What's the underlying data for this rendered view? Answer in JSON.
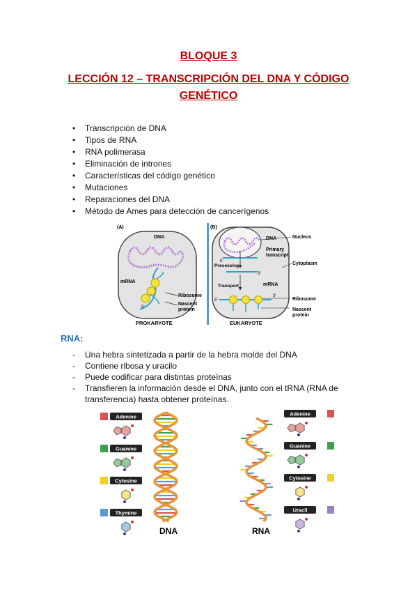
{
  "header": {
    "block": "BLOQUE 3",
    "lesson_line1": "LECCIÓN 12 – TRANSCRIPCIÓN DEL DNA Y CÓDIGO",
    "lesson_line2": "GENÉTICO"
  },
  "topics": [
    "Transcripción de DNA",
    "Tipos de RNA",
    "RNA polimerasa",
    "Eliminación de intrones",
    "Características del código genético",
    "Mutaciones",
    "Reparaciones del DNA",
    "Método de Ames para detección de cancerígenos"
  ],
  "figure1": {
    "panel_a": "(A)",
    "panel_b": "(B)",
    "a_labels": {
      "dna": "DNA",
      "mrna": "mRNA",
      "ribosome": "Ribosome",
      "nascent1": "Nascent",
      "nascent2": "protein",
      "five": "5'",
      "caption": "PROKARYOTE"
    },
    "b_labels": {
      "dna": "DNA",
      "nucleus": "Nucleus",
      "primary1": "Primary",
      "primary2": "transcript",
      "cytoplasm": "Cytoplasm",
      "processing": "Processing",
      "five_a": "5'",
      "three_a": "3'",
      "transport": "Transport",
      "mrna": "mRNA",
      "five_b": "5'",
      "three_b": "3'",
      "ribosome": "Ribosome",
      "nascent1": "Nascent",
      "nascent2": "protein",
      "caption": "EUKARYOTE"
    }
  },
  "rna_section": {
    "heading": "RNA:",
    "items": [
      "Una hebra sintetizada a partir de la hebra molde del DNA",
      "Contiene ribosa y uracilo",
      "Puede codificar para distintas proteínas",
      "Transfieren la información desde el DNA, junto con el tRNA (RNA de transferencia) hasta obtener proteínas."
    ]
  },
  "figure2": {
    "dna_bases": [
      {
        "name": "Adenine",
        "color": "#d9534f"
      },
      {
        "name": "Guanine",
        "color": "#3ba34a"
      },
      {
        "name": "Cytosine",
        "color": "#f2d024"
      },
      {
        "name": "Thymine",
        "color": "#5b9bd5"
      }
    ],
    "rna_bases": [
      {
        "name": "Adenine",
        "color": "#d9534f"
      },
      {
        "name": "Guanine",
        "color": "#3ba34a"
      },
      {
        "name": "Cytosine",
        "color": "#f2d024"
      },
      {
        "name": "Uracil",
        "color": "#9b7fc7"
      }
    ],
    "dna_label": "DNA",
    "rna_label": "RNA"
  }
}
